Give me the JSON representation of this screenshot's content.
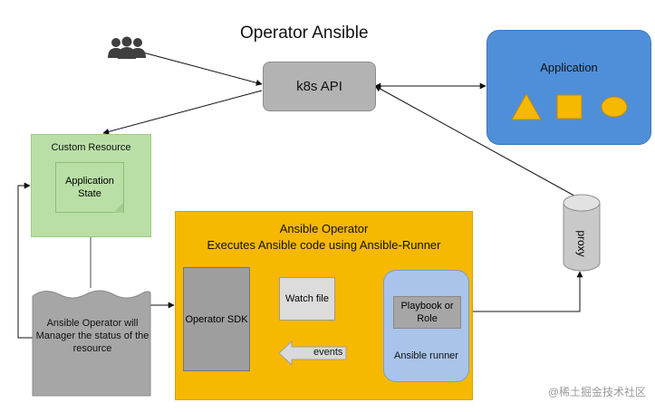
{
  "title": "Operator  Ansible",
  "k8s_api": "k8s API",
  "application": {
    "label": "Application",
    "shape_color": "#f6b800"
  },
  "custom_resource": {
    "label": "Custom Resource",
    "state": "Application State"
  },
  "status_doc": "Ansible Operator will Manager the status of the resource",
  "ansible_operator": {
    "title_line1": "Ansible Operator",
    "title_line2": "Executes Ansible code using Ansible-Runner",
    "sdk": "Operator SDK",
    "watch_file": "Watch file",
    "events": "events",
    "runner": {
      "playbook": "Playbook or Role",
      "label": "Ansible runner"
    }
  },
  "proxy": "proxy",
  "watermark": "@稀土掘金技术社区",
  "colors": {
    "k8s": "#b3b3b3",
    "application": "#4f8fd9",
    "custom_resource": "#b9dfa6",
    "operator": "#f6b800",
    "runner": "#a9c4ea",
    "sdk": "#9e9e9e",
    "arrows": "#111111"
  }
}
